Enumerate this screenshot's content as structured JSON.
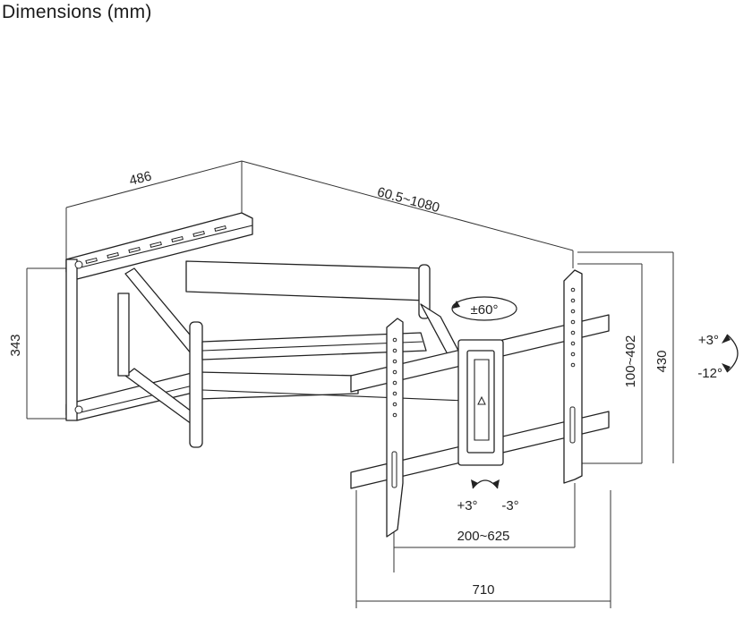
{
  "title": "Dimensions (mm)",
  "dimensions": {
    "wall_plate_width": "486",
    "extension": "60.5~1080",
    "wall_plate_height": "343",
    "vesa_vertical": "100~402",
    "bracket_height": "430",
    "vesa_horizontal": "200~625",
    "bracket_width": "710"
  },
  "angles": {
    "swivel": "±60°",
    "tilt_up": "+3°",
    "tilt_down": "-12°",
    "level_plus": "+3°",
    "level_minus": "-3°"
  }
}
